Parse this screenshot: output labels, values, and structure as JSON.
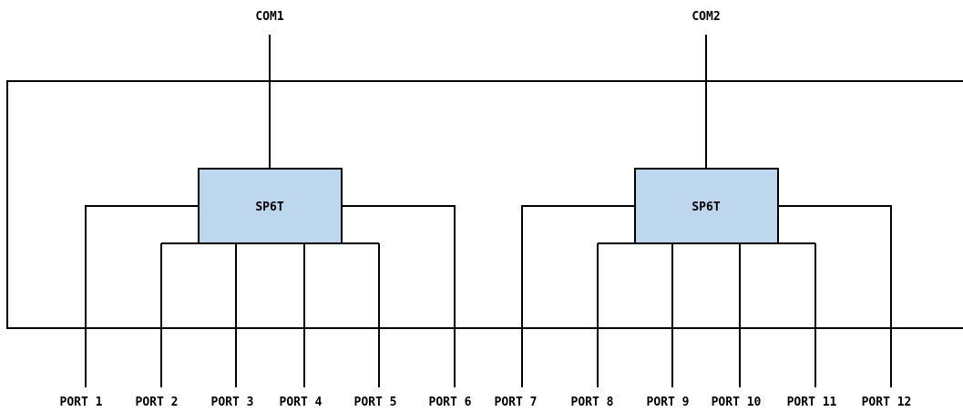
{
  "com_labels": [
    "COM1",
    "COM2"
  ],
  "switch_label": "SP6T",
  "ports": [
    "PORT 1",
    "PORT 2",
    "PORT 3",
    "PORT 4",
    "PORT 5",
    "PORT 6",
    "PORT 7",
    "PORT 8",
    "PORT 9",
    "PORT 10",
    "PORT 11",
    "PORT 12"
  ],
  "colors": {
    "switch_fill": "#bdd7ee",
    "line": "#000000"
  }
}
